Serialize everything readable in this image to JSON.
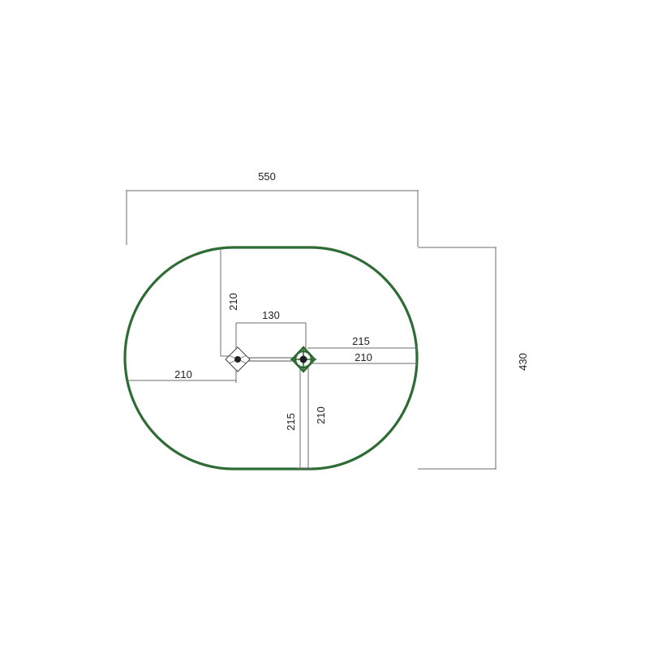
{
  "colors": {
    "outline": "#2f6b34",
    "dimension_line": "#6e6e6e",
    "text": "#222222"
  },
  "dimensions": {
    "overall_width": "550",
    "overall_height": "430",
    "left_top_offset": "210",
    "post_spacing": "130",
    "right_upper": "215",
    "right_lower": "210",
    "left_horizontal": "210",
    "bottom_outer": "215",
    "bottom_inner": "210"
  },
  "icons": {
    "left_post": "diamond-post-icon",
    "right_post": "spring-post-icon"
  }
}
